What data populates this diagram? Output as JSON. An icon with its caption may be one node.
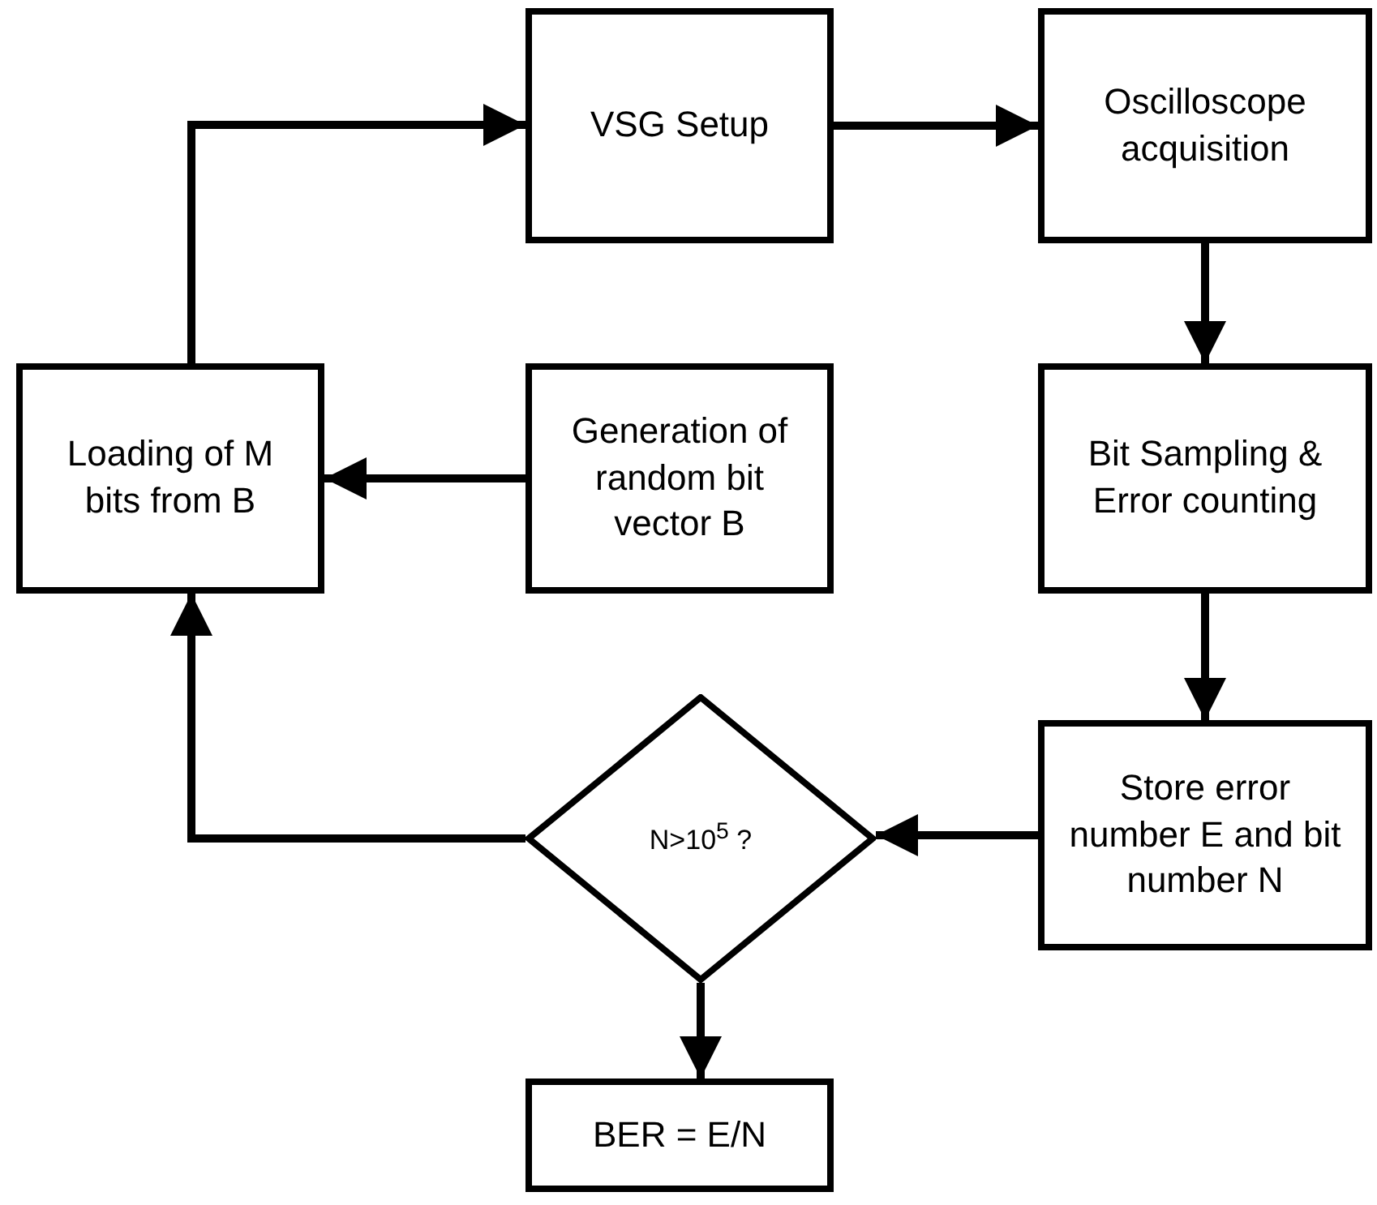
{
  "diagram": {
    "nodes": [
      {
        "text": [
          "VSG Setup"
        ]
      },
      {
        "text": [
          "Oscilloscope acquisition"
        ]
      },
      {
        "text": [
          "Loading of M bits from B"
        ]
      },
      {
        "text": [
          "Generation of random bit vector B"
        ]
      },
      {
        "text": [
          "Bit Sampling & Error counting"
        ]
      },
      {
        "text": [
          "Store error number E and bit number N"
        ]
      },
      {
        "text": [
          "N>10$^{5}$ ?"
        ]
      },
      {
        "text": [
          "BER = E/N"
        ]
      }
    ],
    "edges": [
      {
        "from": 0,
        "to": 1,
        "arrow": "to"
      },
      {
        "from": 1,
        "to": 4,
        "arrow": "to"
      },
      {
        "from": 4,
        "to": 5,
        "arrow": "to"
      },
      {
        "from": 5,
        "to": 6,
        "arrow": "to"
      },
      {
        "from": 6,
        "to": 2,
        "arrow": "to"
      },
      {
        "from": 6,
        "to": 7,
        "arrow": "to"
      },
      {
        "from": 3,
        "to": 2,
        "arrow": "to"
      },
      {
        "from": 2,
        "to": 0,
        "arrow": "to"
      }
    ]
  }
}
